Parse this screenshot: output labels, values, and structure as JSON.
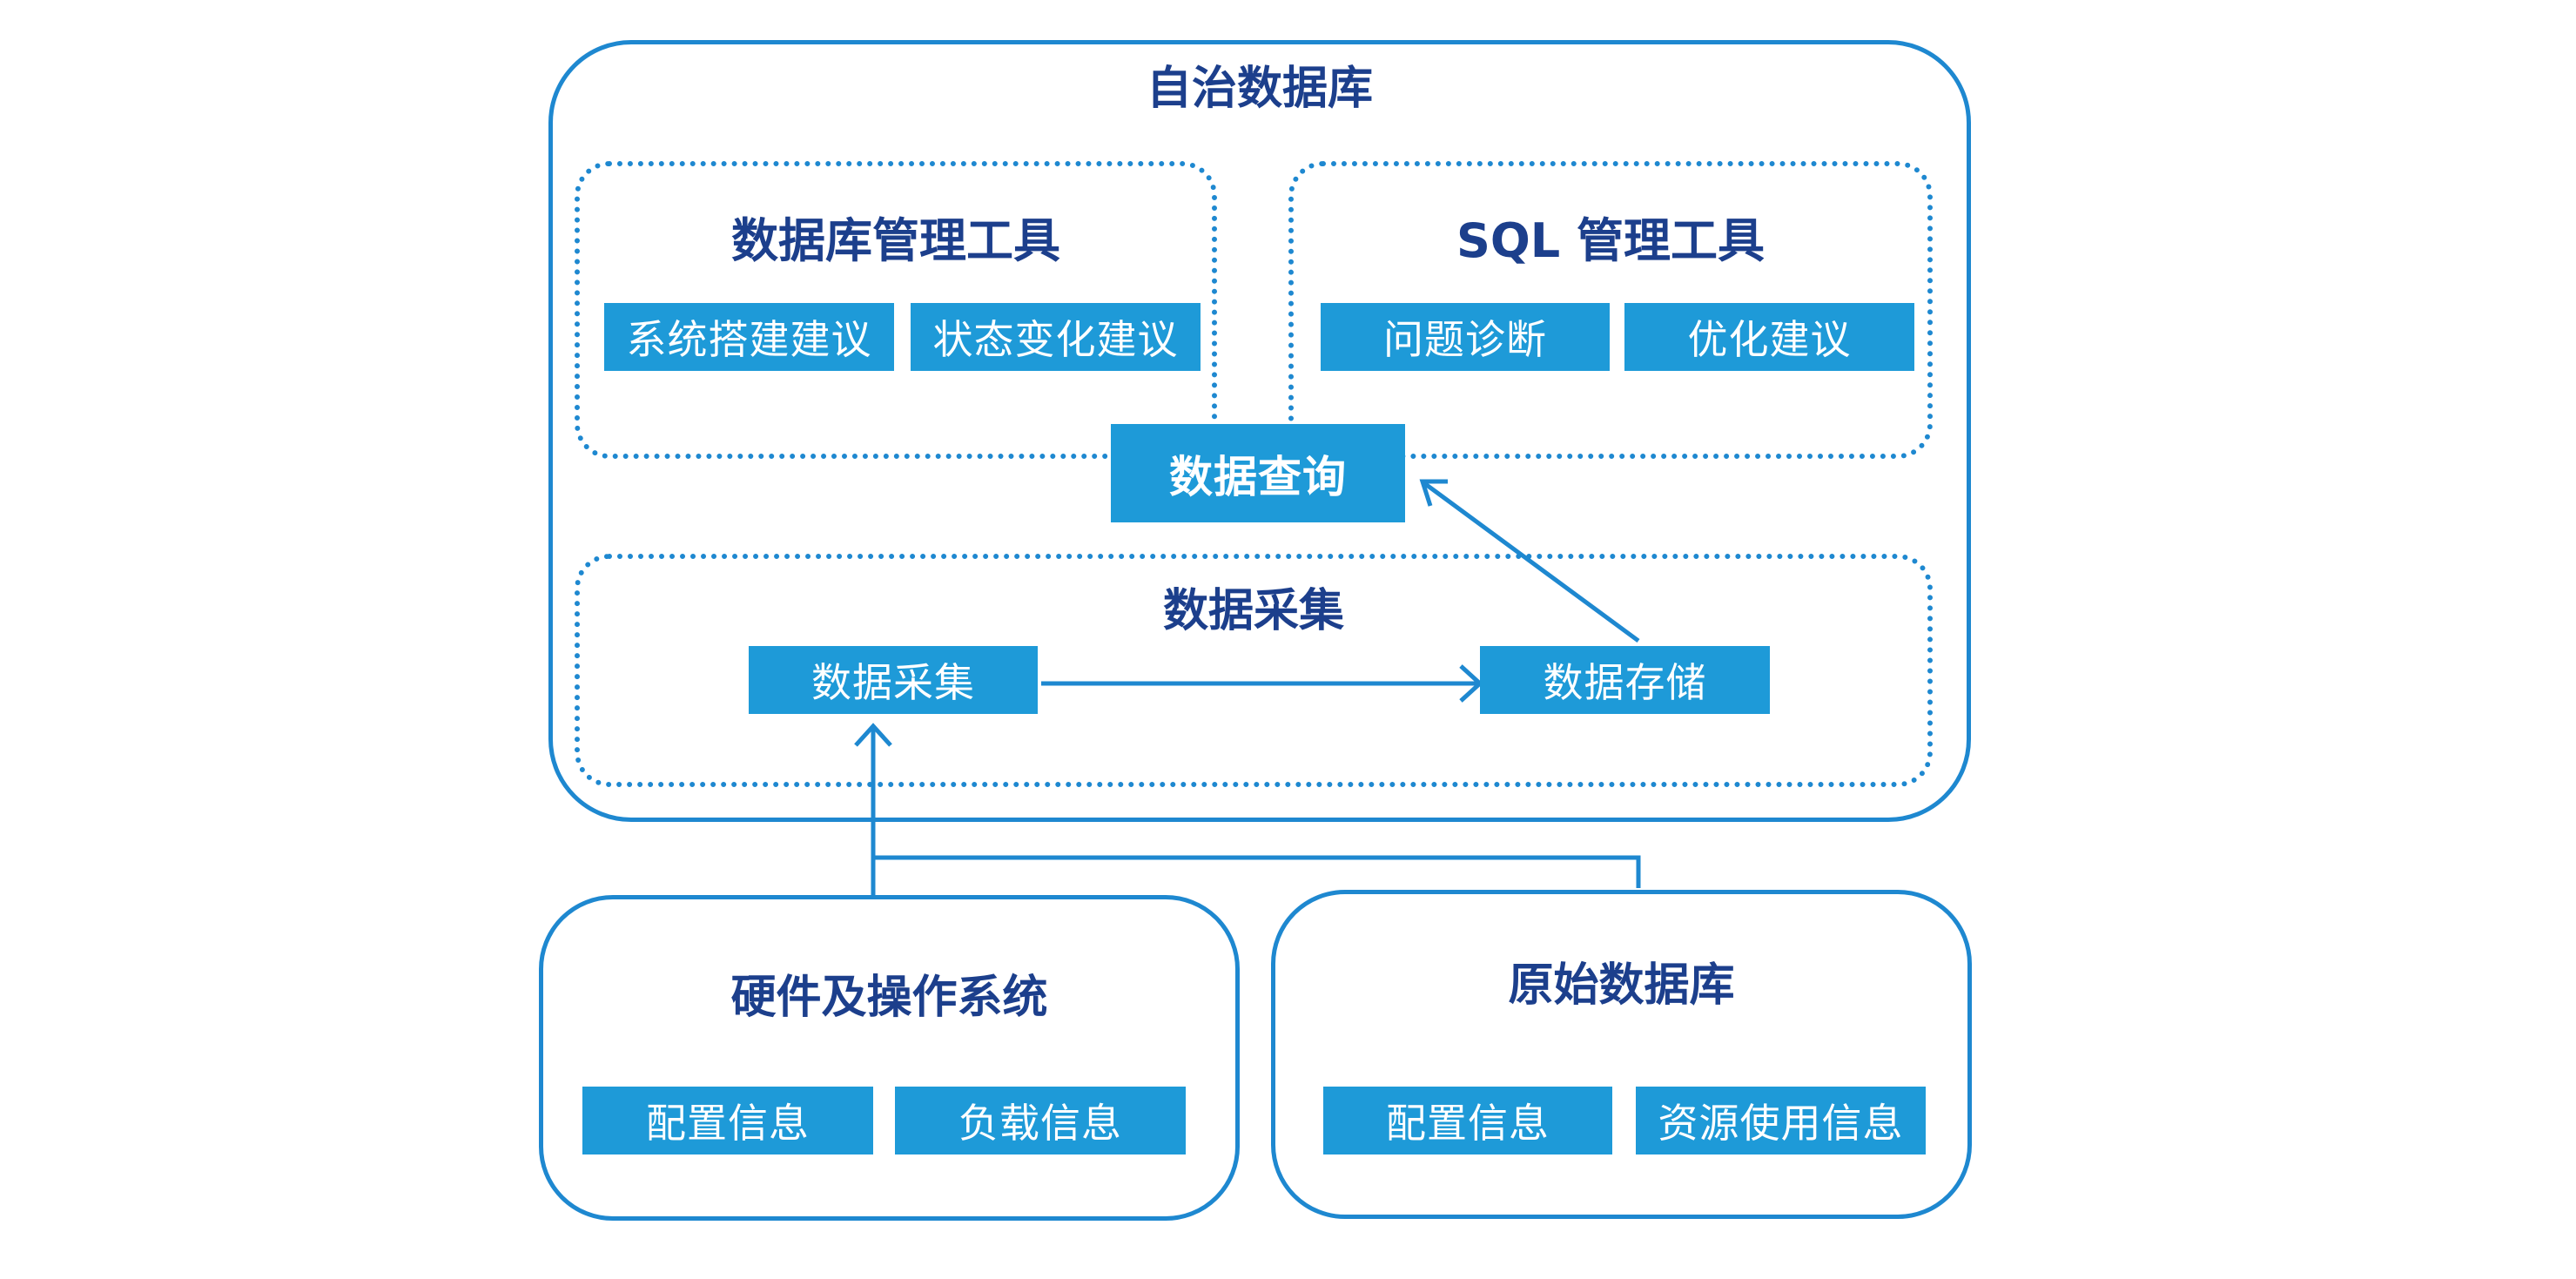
{
  "diagram": {
    "autonomous_db": {
      "title": "自治数据库"
    },
    "db_management_tools": {
      "title": "数据库管理工具",
      "items": [
        "系统搭建建议",
        "状态变化建议"
      ]
    },
    "sql_management_tools": {
      "title": "SQL 管理工具",
      "items": [
        "问题诊断",
        "优化建议"
      ]
    },
    "data_query": {
      "label": "数据查询"
    },
    "data_collection_group": {
      "title": "数据采集",
      "collect_label": "数据采集",
      "storage_label": "数据存储"
    },
    "hardware_os": {
      "title": "硬件及操作系统",
      "items": [
        "配置信息",
        "负载信息"
      ]
    },
    "original_db": {
      "title": "原始数据库",
      "items": [
        "配置信息",
        "资源使用信息"
      ]
    },
    "colors": {
      "border": "#1e88d0",
      "chip_fill": "#1e9ad8",
      "title_text": "#1c3f8c"
    }
  }
}
